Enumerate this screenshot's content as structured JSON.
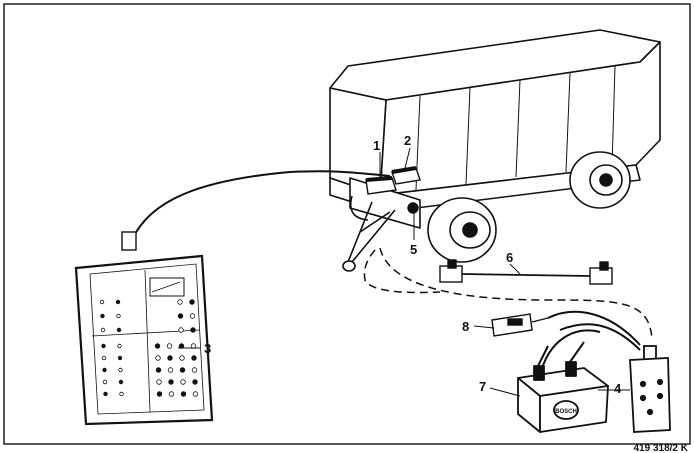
{
  "figure": {
    "callouts": {
      "1": "1",
      "2": "2",
      "3": "3",
      "4": "4",
      "5": "5",
      "6": "6",
      "7": "7",
      "8": "8"
    },
    "figure_number": "419 318/2  K",
    "battery_brand": "BOSCH"
  },
  "colors": {
    "ink": "#111111",
    "paper": "#ffffff"
  }
}
